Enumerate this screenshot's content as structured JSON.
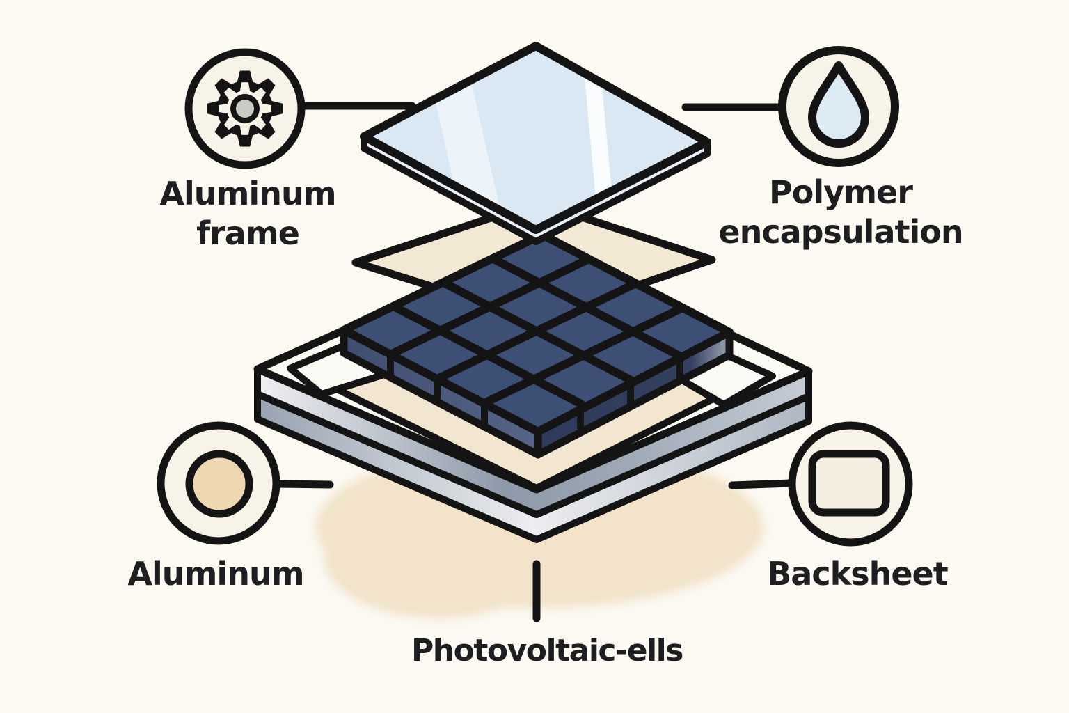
{
  "diagram": {
    "subject": "exploded view of a solar photovoltaic panel",
    "labels": {
      "aluminum_frame": {
        "lines": [
          "Aluminum",
          "frame"
        ]
      },
      "polymer_encapsulation": {
        "lines": [
          "Polymer",
          "encapsulation"
        ]
      },
      "aluminum": {
        "text": "Aluminum"
      },
      "backsheet": {
        "text": "Backsheet"
      },
      "photovoltaic_cells": {
        "text": "Photovoltaic-ells"
      }
    },
    "icons": {
      "aluminum_frame": "gear-icon",
      "polymer_encapsulation": "water-drop-icon",
      "aluminum": "filled-circle-icon",
      "backsheet": "rounded-rectangle-icon"
    },
    "colors": {
      "background": "#fbf9f2",
      "outline": "#141414",
      "text": "#1e1e20",
      "glass_top": "#d9e8f3",
      "glass_side": "#e9f1f8",
      "encapsulation_sheet": "#f3e8d3",
      "pv_cells": "#3d4f75",
      "pv_cells_side_left": "#3f4d70",
      "pv_cells_side_right": "#2f3b5a",
      "frame_top": "#fbfaf5",
      "backsheet_interior": "#f2e6d0",
      "frame_side_gray": "#8e99a9",
      "frame_side_light": "#eceef0",
      "shadow": "#f2e3ca",
      "icon_circle_fill": "#f8f3e8",
      "aluminum_dot_fill": "#eed8b2",
      "drop_fill": "#dcebf3",
      "backsheet_icon_fill": "#f4eee0",
      "gear_center": "#cccac6"
    }
  }
}
